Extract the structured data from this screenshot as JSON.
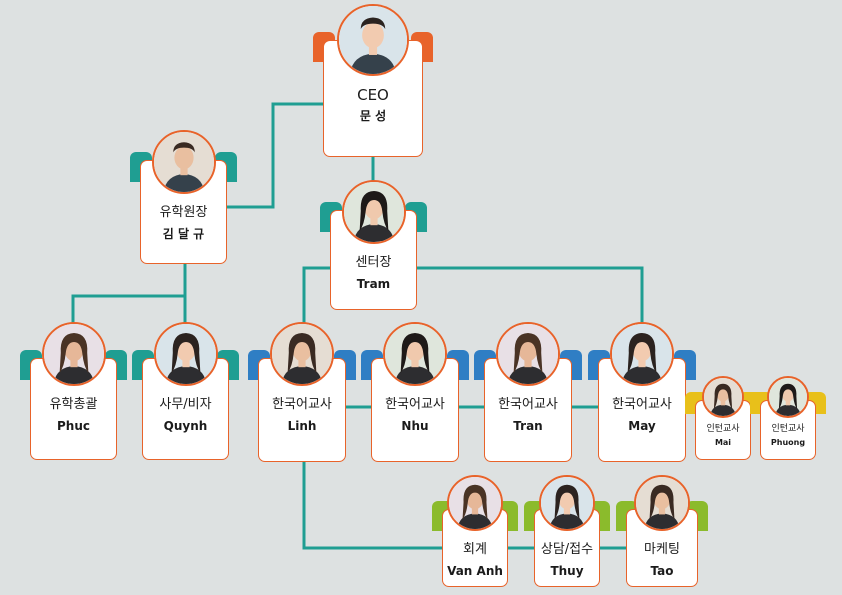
{
  "colors": {
    "connector": "#1f9e92",
    "border": "#e8632a",
    "tab_orange": "#e8632a",
    "tab_teal": "#1f9e92",
    "tab_blue": "#2f7ec4",
    "tab_green": "#8bbb2c",
    "tab_yellow": "#e8c01a"
  },
  "nodes": [
    {
      "id": "ceo",
      "role": "CEO",
      "name": "문 성",
      "tab": "orange"
    },
    {
      "id": "kim",
      "role": "유학원장",
      "name": "김 달 규",
      "tab": "teal"
    },
    {
      "id": "tram",
      "role": "센터장",
      "name": "Tram",
      "tab": "teal"
    },
    {
      "id": "phuc",
      "role": "유학총괄",
      "name": "Phuc",
      "tab": "teal"
    },
    {
      "id": "quynh",
      "role": "사무/비자",
      "name": "Quynh",
      "tab": "teal"
    },
    {
      "id": "linh",
      "role": "한국어교사",
      "name": "Linh",
      "tab": "blue"
    },
    {
      "id": "nhu",
      "role": "한국어교사",
      "name": "Nhu",
      "tab": "blue"
    },
    {
      "id": "tran",
      "role": "한국어교사",
      "name": "Tran",
      "tab": "blue"
    },
    {
      "id": "may",
      "role": "한국어교사",
      "name": "May",
      "tab": "blue"
    },
    {
      "id": "mai",
      "role": "인턴교사",
      "name": "Mai",
      "tab": "yellow"
    },
    {
      "id": "phuong",
      "role": "인턴교사",
      "name": "Phuong",
      "tab": "yellow"
    },
    {
      "id": "vananh",
      "role": "회계",
      "name": "Van Anh",
      "tab": "green"
    },
    {
      "id": "thuy",
      "role": "상담/접수",
      "name": "Thuy",
      "tab": "green"
    },
    {
      "id": "tao",
      "role": "마케팅",
      "name": "Tao",
      "tab": "green"
    }
  ]
}
